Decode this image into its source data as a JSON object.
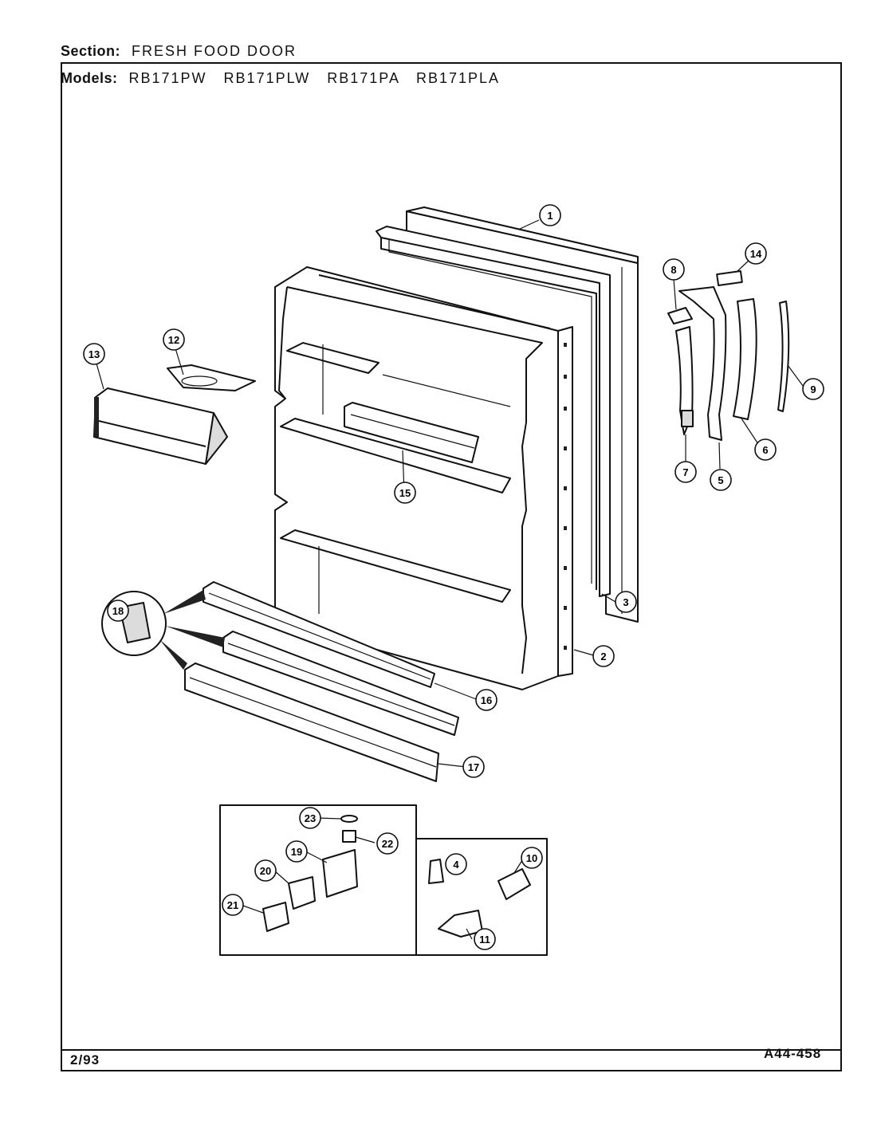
{
  "header": {
    "section_label": "Section:",
    "section_value": "FRESH FOOD DOOR",
    "models_label": "Models:",
    "models_value": "RB171PW   RB171PLW   RB171PA   RB171PLA"
  },
  "footer": {
    "date": "2/93",
    "code": "A44-458"
  },
  "callouts": [
    "1",
    "2",
    "3",
    "4",
    "5",
    "6",
    "7",
    "8",
    "9",
    "10",
    "11",
    "12",
    "13",
    "14",
    "15",
    "16",
    "17",
    "18",
    "19",
    "20",
    "21",
    "22",
    "23"
  ]
}
